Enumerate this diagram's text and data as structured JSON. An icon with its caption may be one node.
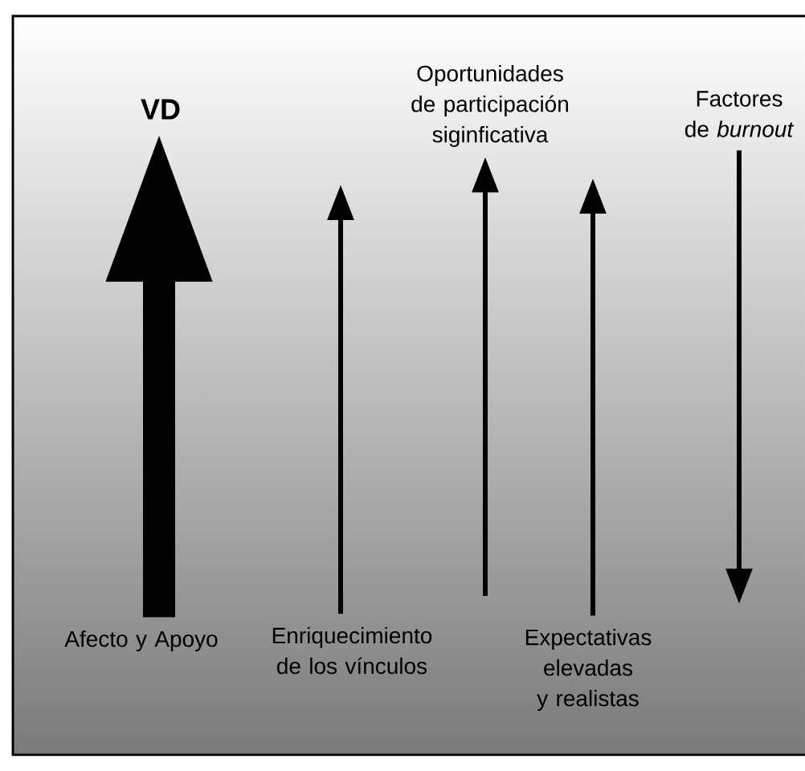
{
  "diagram": {
    "nodes": [
      {
        "text": [
          "VD"
        ]
      },
      {
        "text": [
          "Oportunidades de participación siginficativa"
        ]
      },
      {
        "text": [
          "Factores de *burnout*"
        ]
      },
      {
        "text": [
          "Afecto y Apoyo"
        ]
      },
      {
        "text": [
          "Enriquecimiento de los vínculos"
        ]
      },
      {
        "text": [
          "Expectativas elevadas y realistas"
        ]
      }
    ],
    "edges": [
      {
        "from": 3,
        "to": 0,
        "arrow": "to",
        "style": "thick"
      },
      {
        "from": 4,
        "to": null,
        "arrow": "to"
      },
      {
        "from": null,
        "to": 1,
        "arrow": "to"
      },
      {
        "from": 5,
        "to": null,
        "arrow": "to"
      },
      {
        "from": 2,
        "to": null,
        "arrow": "to"
      }
    ]
  }
}
